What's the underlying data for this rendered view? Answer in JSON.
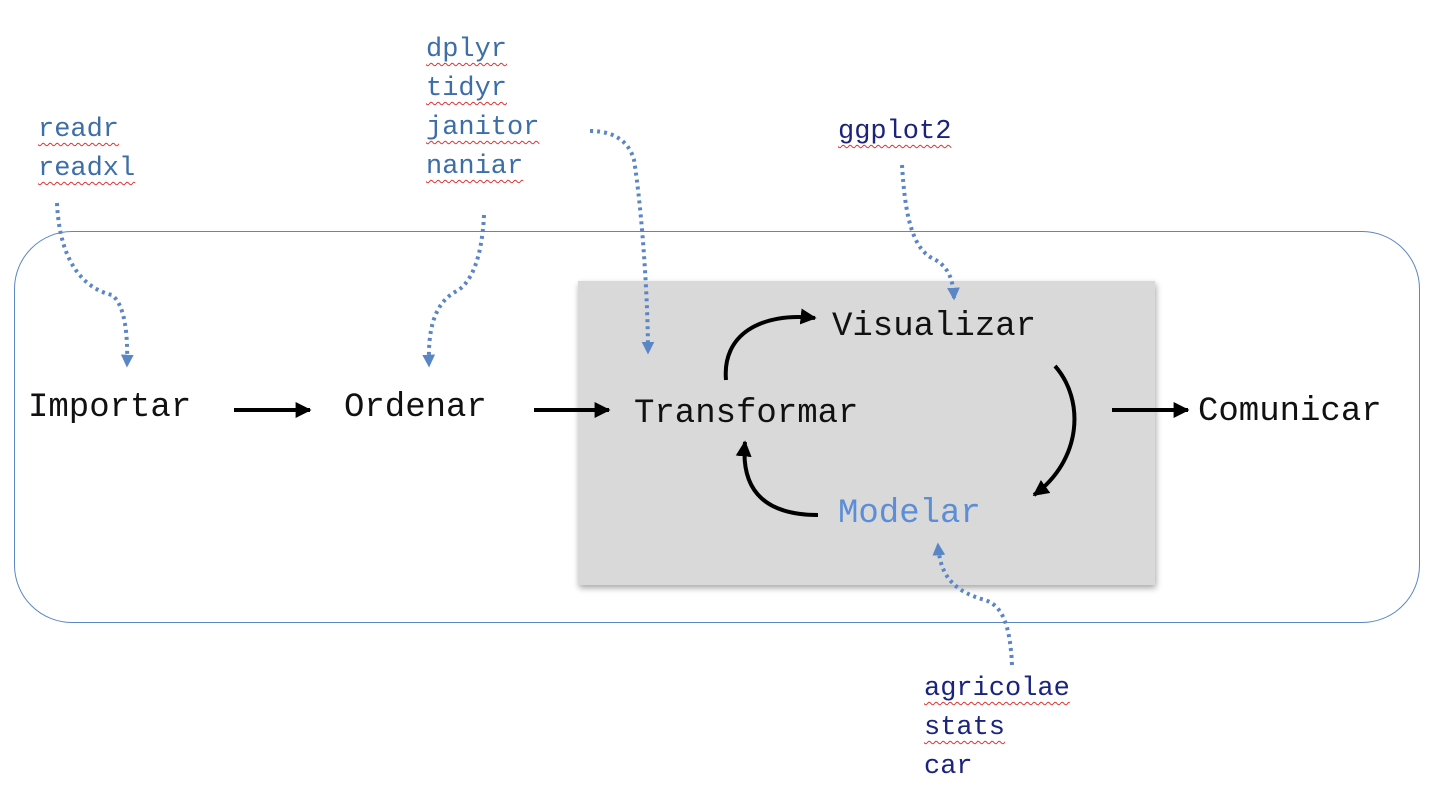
{
  "stages": {
    "importar": "Importar",
    "ordenar": "Ordenar",
    "transformar": "Transformar",
    "visualizar": "Visualizar",
    "modelar": "Modelar",
    "comunicar": "Comunicar"
  },
  "packages": {
    "import": [
      "readr",
      "readxl"
    ],
    "tidy": [
      "dplyr",
      "tidyr",
      "janitor",
      "naniar"
    ],
    "visualize": [
      "ggplot2"
    ],
    "model": [
      "agricolae",
      "stats",
      "car"
    ]
  },
  "colors": {
    "frame": "#5b86c5",
    "panel": "#d9d9d9",
    "dotted_arrow": "#5b86c5",
    "modelar_text": "#5b8ed6",
    "package_steel": "#3d6ea8",
    "package_navy": "#1a237e"
  }
}
